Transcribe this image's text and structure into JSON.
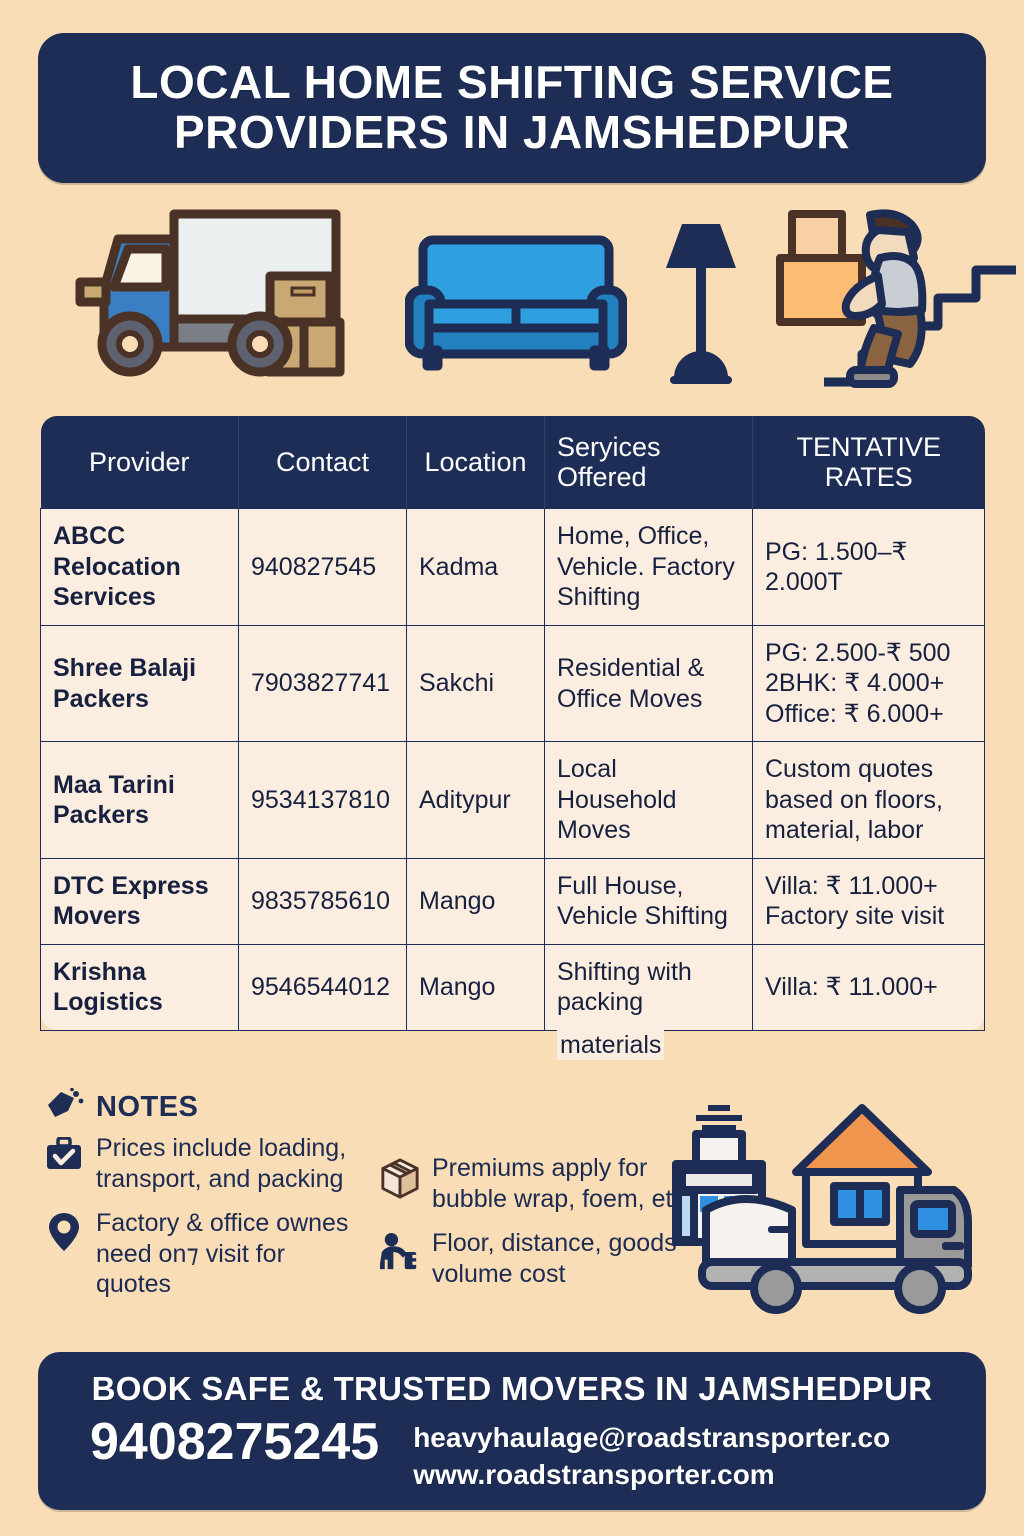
{
  "colors": {
    "background": "#f8ddb6",
    "navy": "#1e2d55",
    "cell_bg": "#fbeee0",
    "blue": "#3a7fc4",
    "bright_blue": "#2f9fe0",
    "orange": "#f0954e",
    "brown": "#4a3226",
    "tan": "#c9a874"
  },
  "header": {
    "title": "LOCAL HOME SHIFTING SERVICE PROVIDERS IN JAMSHEDPUR"
  },
  "hero_icons": [
    "moving-truck-illustration",
    "sofa-illustration",
    "floor-lamp-illustration",
    "person-carrying-box-on-stairs-illustration"
  ],
  "table": {
    "columns": [
      "Provider",
      "Contact",
      "Location",
      "Seryices Offered",
      "TENTATIVE RATES"
    ],
    "rows": [
      {
        "provider": "ABCC Relocation Services",
        "contact": "940827545",
        "location": "Kadma",
        "services": "Home, Office, Vehicle. Factory Shifting",
        "rates": "PG: 1.500–₹ 2.000T"
      },
      {
        "provider": "Shree Balaji Packers",
        "contact": "7903827741",
        "location": "Sakchi",
        "services": "Residential & Office Moves",
        "rates": "PG: 2.500-₹ 500 2BHK: ₹ 4.000+ Office: ₹ 6.000+"
      },
      {
        "provider": "Maa Tarini Packers",
        "contact": "9534137810",
        "location": "Aditypur",
        "services": "Local Household Moves",
        "rates": "Custom quotes based on floors, material, labor"
      },
      {
        "provider": "DTC Express Movers",
        "contact": "9835785610",
        "location": "Mango",
        "services": "Full House, Vehicle Shifting",
        "rates": "Villa: ₹ 11.000+ Factory site visit"
      },
      {
        "provider": "Krishna Logistics",
        "contact": "9546544012",
        "location": "Mango",
        "services": "Shifting with packing",
        "services_overflow": "materials",
        "rates": "Villa: ₹ 11.000+"
      }
    ]
  },
  "notes": {
    "heading": "NOTES",
    "left_items": [
      {
        "icon": "briefcase-check-icon",
        "text": "Prices include loading, transport, and packing"
      },
      {
        "icon": "location-pin-icon",
        "text": "Factory & office ownes need on⁊ visit for quotes"
      }
    ],
    "right_items": [
      {
        "icon": "package-box-icon",
        "text": "Premiums apply for bubble wrap, foem, etc."
      },
      {
        "icon": "person-lifting-icon",
        "text": "Floor, distance, goods volume cost"
      }
    ]
  },
  "footer": {
    "headline": "BOOK SAFE & TRUSTED MOVERS IN JAMSHEDPUR",
    "phone": "9408275245",
    "email": "heavyhaulage@roadstransporter.co",
    "website": "www.roadstransporter.com"
  }
}
